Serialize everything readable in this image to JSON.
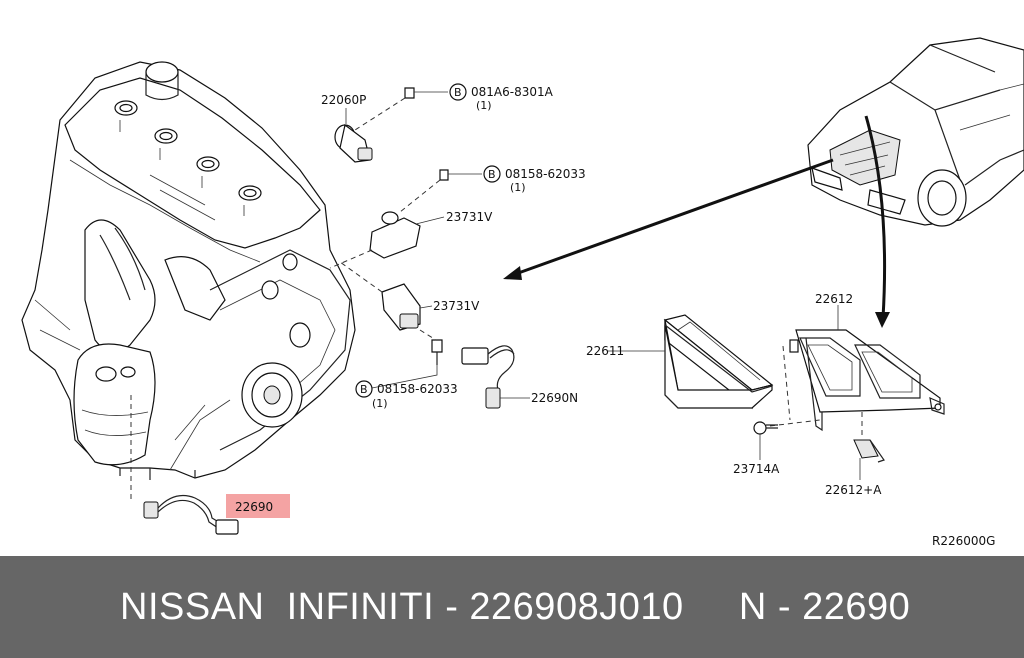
{
  "labels": {
    "l22060p": "22060P",
    "bolt1_code": "081A6-8301A",
    "bolt1_qty": "(1)",
    "bolt2_code": "08158-62033",
    "bolt2_qty": "(1)",
    "l23731v_a": "23731V",
    "l23731v_b": "23731V",
    "bolt3_code": "08158-62033",
    "bolt3_qty": "(1)",
    "l22690n": "22690N",
    "l22690": "22690",
    "l22612": "22612",
    "l22611": "22611",
    "l23714a": "23714A",
    "l22612a": "22612+A",
    "ref_code": "R226000G",
    "bolt_symbol": "B"
  },
  "highlight_color": "#f4a3a3",
  "footer": {
    "title": "NISSAN  INFINITI - 226908J010     N - 22690",
    "background": "#666666",
    "text_color": "#ffffff"
  }
}
